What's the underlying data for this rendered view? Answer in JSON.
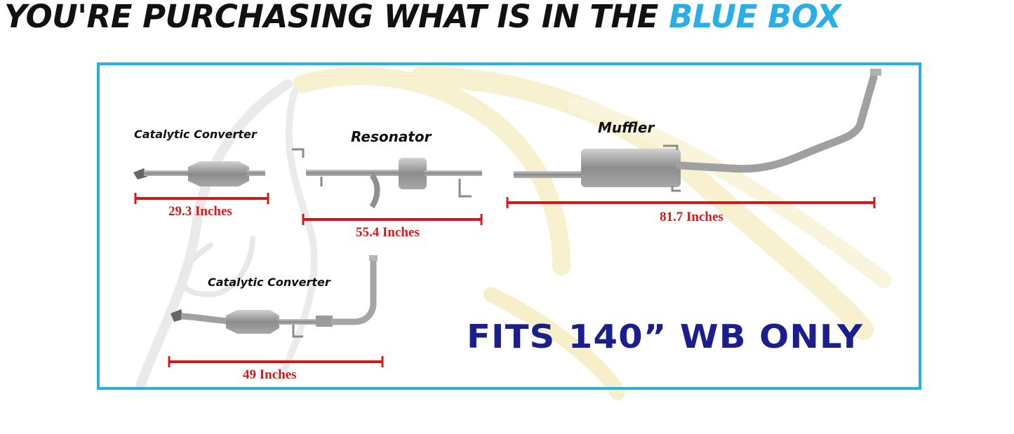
{
  "headline": {
    "prefix": "YOU'RE PURCHASING WHAT IS IN THE",
    "accent": "BLUE BOX",
    "accent_color": "#29aee6"
  },
  "frame_color": "#29aee6",
  "parts": {
    "cat1": {
      "label": "Catalytic  Converter",
      "measure": "29.3 Inches"
    },
    "resonator": {
      "label": "Resonator",
      "measure": "55.4 Inches"
    },
    "muffler": {
      "label": "Muffler",
      "measure": "81.7 Inches"
    },
    "cat2": {
      "label": "Catalytic  Converter",
      "measure": "49 Inches"
    }
  },
  "fits_text": "FITS 140” WB ONLY",
  "colors": {
    "measure_line": "#d11a1a",
    "fits": "#1a1f8c",
    "pipe": "#9a9a9a"
  },
  "watermark": "horse-head-logo"
}
